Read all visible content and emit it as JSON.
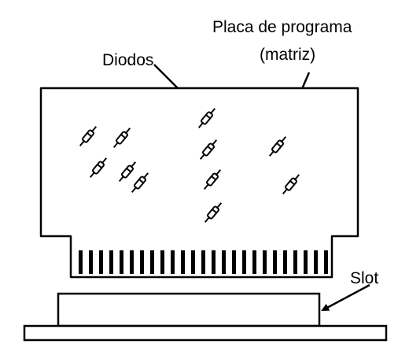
{
  "labels": {
    "program_board_line1": "Placa de programa",
    "program_board_line2": "(matriz)",
    "diodes": "Diodos",
    "slot": "Slot"
  },
  "colors": {
    "ink": "#000000",
    "paper": "#ffffff"
  }
}
